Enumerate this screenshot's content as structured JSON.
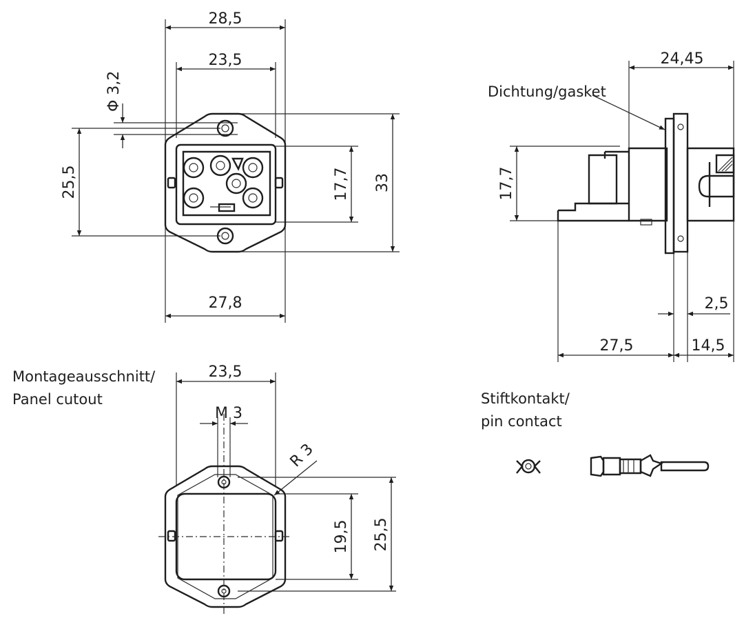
{
  "front_view": {
    "dim_overall_width": "28,5",
    "dim_inner_width": "23,5",
    "dim_hole_diameter": "Φ 3,2",
    "dim_hole_spacing": "25,5",
    "dim_insert_height": "17,7",
    "dim_overall_height": "33",
    "dim_bottom_width": "27,8"
  },
  "side_view": {
    "gasket_label": "Dichtung/gasket",
    "dim_rear_length": "24,45",
    "dim_insert_height": "17,7",
    "dim_flange": "2,5",
    "dim_front_length": "27,5",
    "dim_back_length": "14,5"
  },
  "panel_cutout": {
    "title_line1": "Montageausschnitt/",
    "title_line2": "Panel cutout",
    "dim_width": "23,5",
    "dim_thread": "M 3",
    "dim_radius": "R 3",
    "dim_opening_height": "19,5",
    "dim_hole_spacing": "25,5"
  },
  "pin_contact": {
    "title_line1": "Stiftkontakt/",
    "title_line2": "pin contact"
  }
}
